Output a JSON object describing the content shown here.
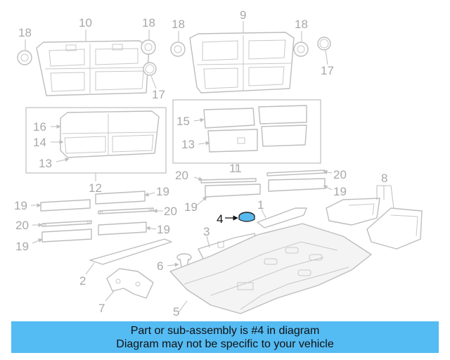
{
  "diagram": {
    "callouts": {
      "c1": "1",
      "c2": "2",
      "c3": "3",
      "c4": "4",
      "c5": "5",
      "c6": "6",
      "c7": "7",
      "c8": "8",
      "c9": "9",
      "c10": "10",
      "c11": "11",
      "c12": "12",
      "c13a": "13",
      "c13b": "13",
      "c14": "14",
      "c15": "15",
      "c16": "16",
      "c17a": "17",
      "c17b": "17",
      "c18a": "18",
      "c18b": "18",
      "c18c": "18",
      "c18d": "18",
      "c19a": "19",
      "c19b": "19",
      "c19c": "19",
      "c19d": "19",
      "c19e": "19",
      "c19f": "19",
      "c20a": "20",
      "c20b": "20",
      "c20c": "20",
      "c20d": "20"
    },
    "highlighted_part": "4",
    "colors": {
      "highlight": "#58b9ee",
      "parts": "#bdbdbd",
      "banner": "#55bbf3"
    }
  },
  "banner": {
    "line1": "Part or sub-assembly is #4 in diagram",
    "line2": "Diagram may not be specific to your vehicle"
  }
}
